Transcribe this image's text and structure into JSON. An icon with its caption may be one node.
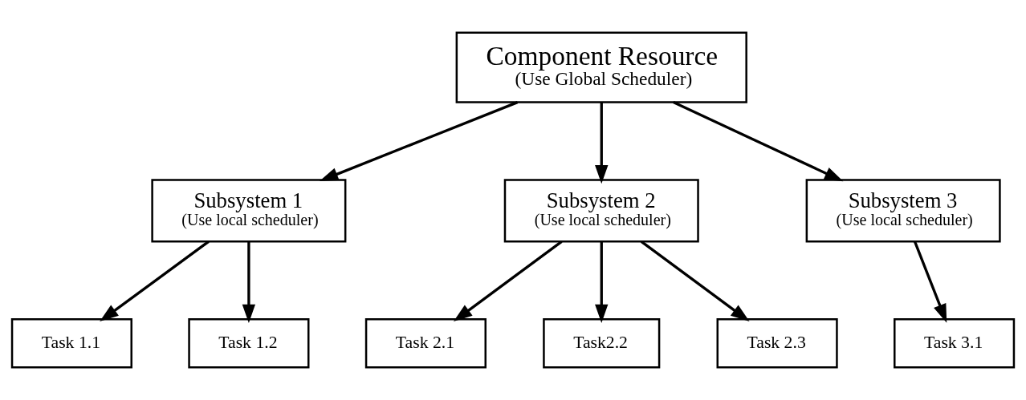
{
  "diagram": {
    "nodes": [
      {
        "text": [
          "Component Resource",
          "(Use Global Scheduler)"
        ]
      },
      {
        "text": [
          "Subsystem 1",
          "(Use local scheduler)"
        ]
      },
      {
        "text": [
          "Subsystem 2",
          "(Use local scheduler)"
        ]
      },
      {
        "text": [
          "Subsystem 3",
          "(Use local scheduler)"
        ]
      },
      {
        "text": [
          "Task 1.1"
        ]
      },
      {
        "text": [
          "Task 1.2"
        ]
      },
      {
        "text": [
          "Task 2.1"
        ]
      },
      {
        "text": [
          "Task2.2"
        ]
      },
      {
        "text": [
          "Task 2.3"
        ]
      },
      {
        "text": [
          "Task 3.1"
        ]
      }
    ],
    "edges": [
      {
        "from": 0,
        "to": 1,
        "arrow": "to"
      },
      {
        "from": 0,
        "to": 2,
        "arrow": "to"
      },
      {
        "from": 0,
        "to": 3,
        "arrow": "to"
      },
      {
        "from": 1,
        "to": 4,
        "arrow": "to"
      },
      {
        "from": 1,
        "to": 5,
        "arrow": "to"
      },
      {
        "from": 2,
        "to": 6,
        "arrow": "to"
      },
      {
        "from": 2,
        "to": 7,
        "arrow": "to"
      },
      {
        "from": 2,
        "to": 8,
        "arrow": "to"
      },
      {
        "from": 3,
        "to": 9,
        "arrow": "to"
      }
    ]
  }
}
